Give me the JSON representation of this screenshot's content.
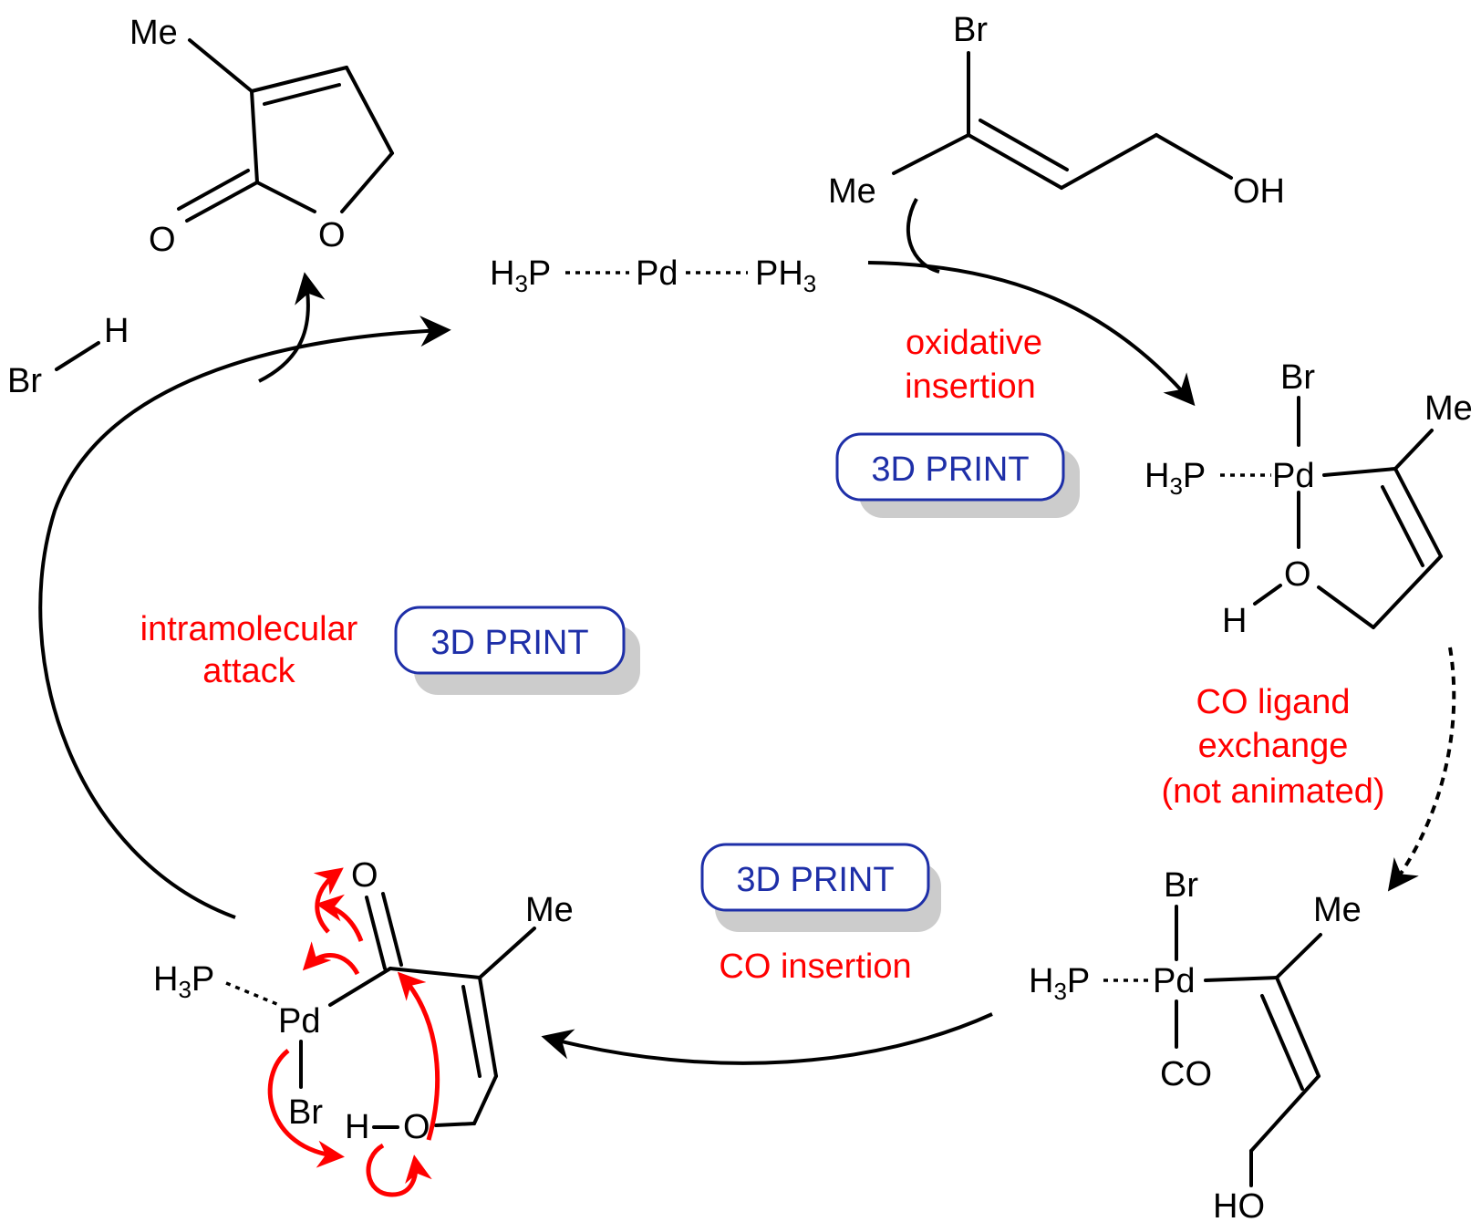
{
  "colors": {
    "label_red": "#ff0000",
    "button_blue": "#1e2fa8",
    "button_shadow": "#cccccc"
  },
  "atoms": {
    "me": "Me",
    "o": "O",
    "br": "Br",
    "h": "H",
    "oh": "OH",
    "ho": "HO",
    "pd": "Pd",
    "co": "CO",
    "h3p_main": "H",
    "h3p_sub": "3",
    "h3p_p": "P",
    "ph3_p": "PH",
    "ph3_sub": "3"
  },
  "labels": {
    "oxidative_1": "oxidative",
    "oxidative_2": "insertion",
    "co_exchange_1": "CO ligand",
    "co_exchange_2": "exchange",
    "co_exchange_3": "(not animated)",
    "co_insertion": "CO insertion",
    "intramolecular_1": "intramolecular",
    "intramolecular_2": "attack"
  },
  "buttons": {
    "print_label": "3D PRINT"
  }
}
